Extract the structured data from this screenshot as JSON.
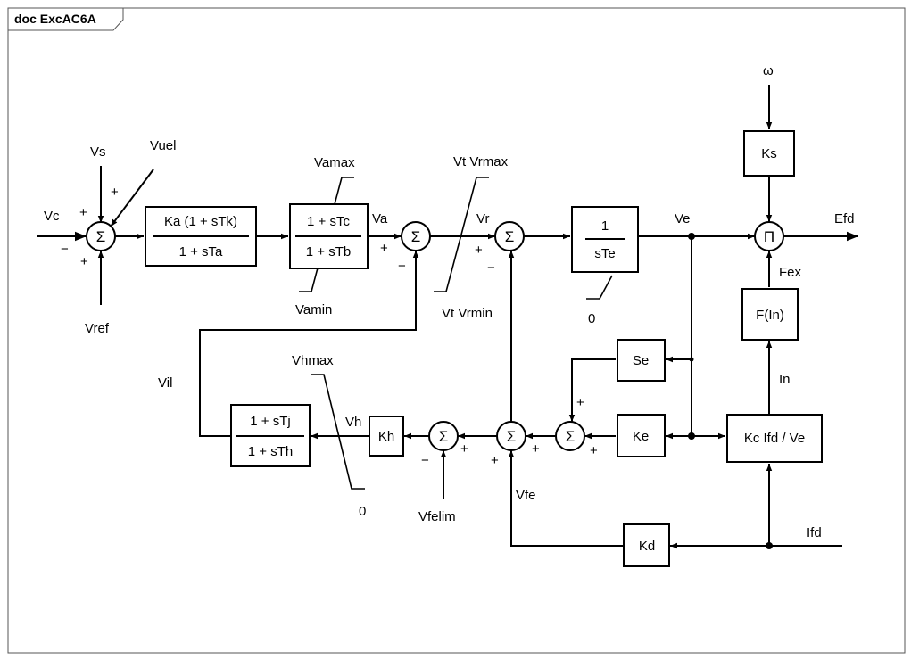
{
  "frame": {
    "title": "doc ExcAC6A"
  },
  "blocks": {
    "ka": {
      "num": "Ka (1 + sTk)",
      "den": "1 + sTa"
    },
    "tc": {
      "num": "1 + sTc",
      "den": "1 + sTb"
    },
    "te": {
      "num": "1",
      "den": "sTe"
    },
    "tj": {
      "num": "1 + sTj",
      "den": "1 + sTh"
    },
    "ks": "Ks",
    "fin": "F(In)",
    "se": "Se",
    "ke": "Ke",
    "kc": "Kc Ifd / Ve",
    "kh": "Kh",
    "kd": "Kd"
  },
  "operators": {
    "sum": "Σ",
    "product": "Π"
  },
  "signals": {
    "vc": "Vc",
    "vs": "Vs",
    "vuel": "Vuel",
    "vref": "Vref",
    "vamax": "Vamax",
    "vamin": "Vamin",
    "va": "Va",
    "vt_vrmax": "Vt Vrmax",
    "vt_vrmin": "Vt Vrmin",
    "vr": "Vr",
    "ve": "Ve",
    "efd": "Efd",
    "omega": "ω",
    "fex": "Fex",
    "in": "In",
    "vil": "Vil",
    "vhmax": "Vhmax",
    "vh": "Vh",
    "vfelim": "Vfelim",
    "vfe": "Vfe",
    "ifd": "Ifd",
    "zero": "0"
  },
  "signs": {
    "plus": "+",
    "minus": "−"
  }
}
